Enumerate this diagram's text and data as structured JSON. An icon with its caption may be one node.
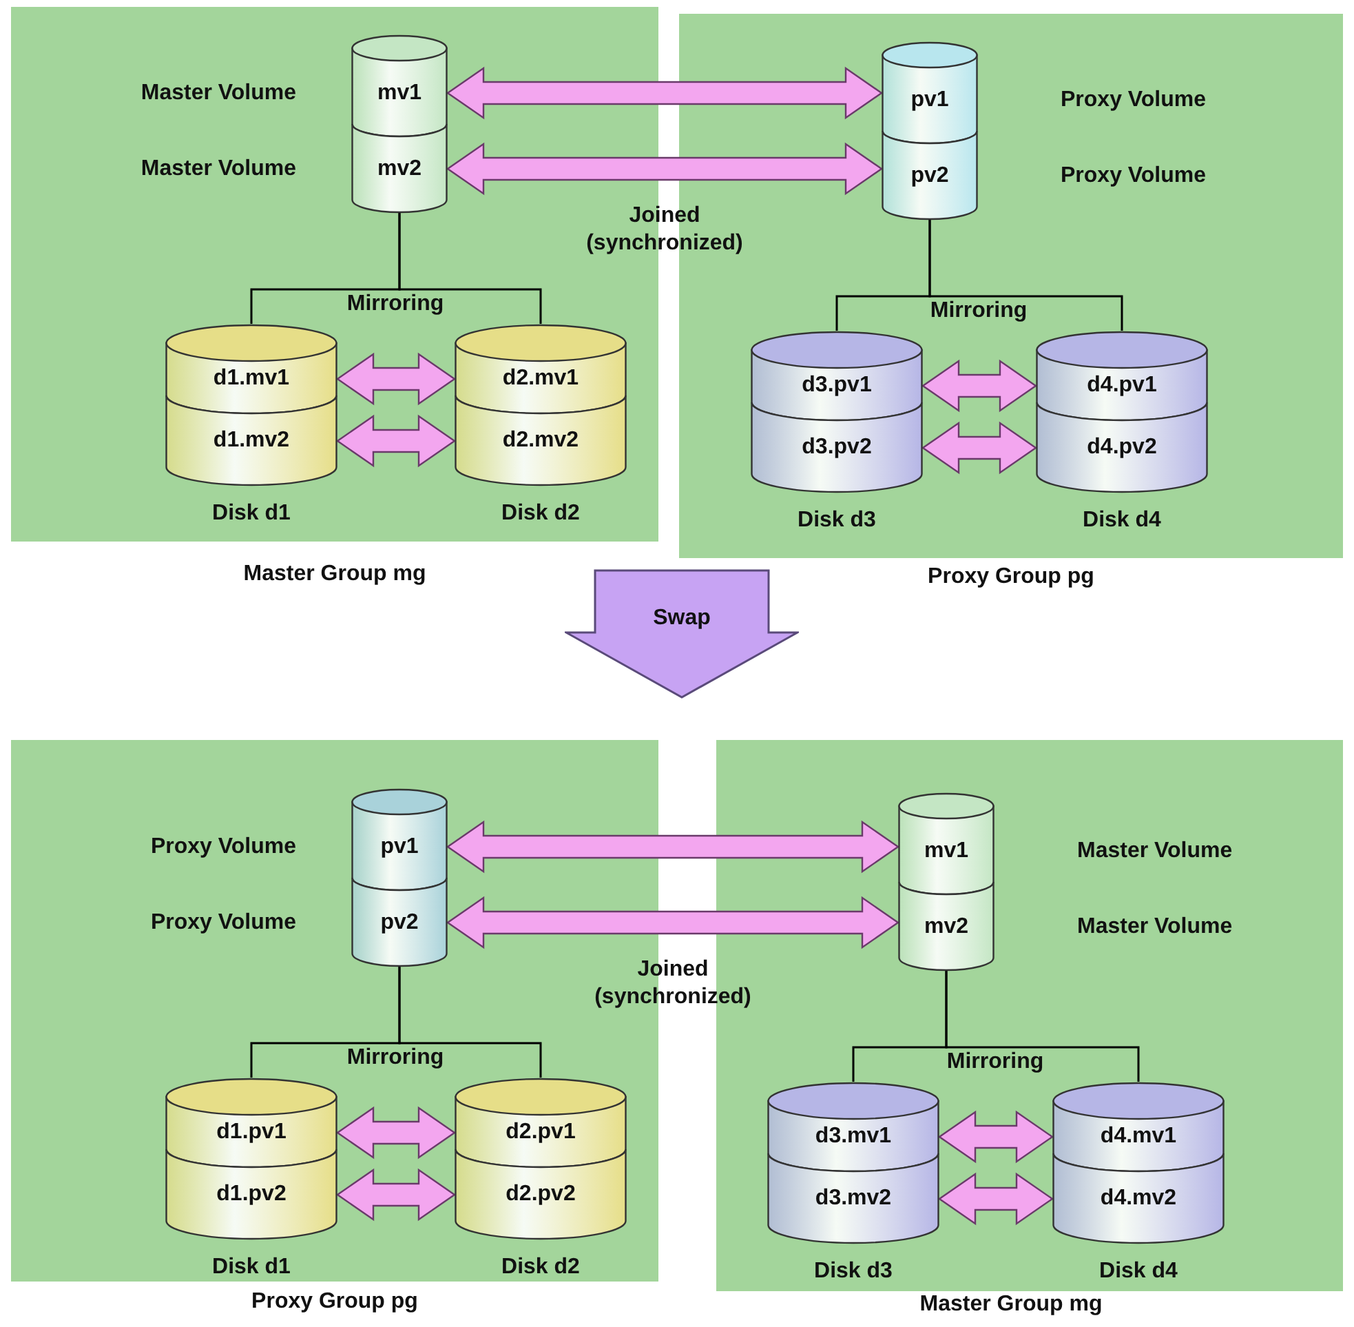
{
  "diagram": {
    "nodes": [
      {
        "text": [
          "Master Group mg"
        ]
      },
      {
        "text": [
          "mv1"
        ],
        "in": 0,
        "beside": [
          "Master Volume"
        ]
      },
      {
        "text": [
          "mv2"
        ],
        "in": 0,
        "beside": [
          "Master Volume"
        ]
      },
      {
        "text": [
          "Disk d1"
        ],
        "in": 0
      },
      {
        "text": [
          "d1.mv1"
        ],
        "in": 3
      },
      {
        "text": [
          "d1.mv2"
        ],
        "in": 3
      },
      {
        "text": [
          "Disk d2"
        ],
        "in": 0
      },
      {
        "text": [
          "d2.mv1"
        ],
        "in": 6
      },
      {
        "text": [
          "d2.mv2"
        ],
        "in": 6
      },
      {
        "text": [
          "Proxy Group pg"
        ]
      },
      {
        "text": [
          "pv1"
        ],
        "in": 9,
        "beside": [
          "Proxy Volume"
        ]
      },
      {
        "text": [
          "pv2"
        ],
        "in": 9,
        "beside": [
          "Proxy Volume"
        ]
      },
      {
        "text": [
          "Disk d3"
        ],
        "in": 9
      },
      {
        "text": [
          "d3.pv1"
        ],
        "in": 12
      },
      {
        "text": [
          "d3.pv2"
        ],
        "in": 12
      },
      {
        "text": [
          "Disk d4"
        ],
        "in": 9
      },
      {
        "text": [
          "d4.pv1"
        ],
        "in": 15
      },
      {
        "text": [
          "d4.pv2"
        ],
        "in": 15
      },
      {
        "text": [
          "Swap"
        ]
      },
      {
        "text": [
          "Proxy Group pg"
        ]
      },
      {
        "text": [
          "pv1"
        ],
        "in": 19,
        "beside": [
          "Proxy Volume"
        ]
      },
      {
        "text": [
          "pv2"
        ],
        "in": 19,
        "beside": [
          "Proxy Volume"
        ]
      },
      {
        "text": [
          "Disk d1"
        ],
        "in": 19
      },
      {
        "text": [
          "d1.pv1"
        ],
        "in": 22
      },
      {
        "text": [
          "d1.pv2"
        ],
        "in": 22
      },
      {
        "text": [
          "Disk d2"
        ],
        "in": 19
      },
      {
        "text": [
          "d2.pv1"
        ],
        "in": 25
      },
      {
        "text": [
          "d2.pv2"
        ],
        "in": 25
      },
      {
        "text": [
          "Master Group mg"
        ]
      },
      {
        "text": [
          "mv1"
        ],
        "in": 28,
        "beside": [
          "Master Volume"
        ]
      },
      {
        "text": [
          "mv2"
        ],
        "in": 28,
        "beside": [
          "Master Volume"
        ]
      },
      {
        "text": [
          "Disk d3"
        ],
        "in": 28
      },
      {
        "text": [
          "d3.mv1"
        ],
        "in": 31
      },
      {
        "text": [
          "d3.mv2"
        ],
        "in": 31
      },
      {
        "text": [
          "Disk d4"
        ],
        "in": 28
      },
      {
        "text": [
          "d4.mv1"
        ],
        "in": 34
      },
      {
        "text": [
          "d4.mv2"
        ],
        "in": 34
      }
    ],
    "edges": [
      {
        "from": 1,
        "to": 10,
        "arrow": "both",
        "style": "thick"
      },
      {
        "from": 2,
        "to": 11,
        "arrow": "both",
        "style": "thick",
        "label": "Joined (synchronized)"
      },
      {
        "from": 4,
        "to": 7,
        "arrow": "both",
        "style": "thick"
      },
      {
        "from": 5,
        "to": 8,
        "arrow": "both",
        "style": "thick"
      },
      {
        "from": 2,
        "to": 3,
        "arrow": "none",
        "color": "#000000"
      },
      {
        "from": 2,
        "to": 6,
        "arrow": "none",
        "color": "#000000"
      },
      {
        "from": 13,
        "to": 16,
        "arrow": "both",
        "style": "thick"
      },
      {
        "from": 14,
        "to": 17,
        "arrow": "both",
        "style": "thick"
      },
      {
        "from": 11,
        "to": 12,
        "arrow": "none",
        "color": "#000000"
      },
      {
        "from": 11,
        "to": 15,
        "arrow": "none",
        "color": "#000000"
      },
      {
        "from": 20,
        "to": 29,
        "arrow": "both",
        "style": "thick"
      },
      {
        "from": 21,
        "to": 30,
        "arrow": "both",
        "style": "thick",
        "label": "Joined (synchronized)"
      },
      {
        "from": 23,
        "to": 26,
        "arrow": "both",
        "style": "thick"
      },
      {
        "from": 24,
        "to": 27,
        "arrow": "both",
        "style": "thick"
      },
      {
        "from": 21,
        "to": 22,
        "arrow": "none",
        "color": "#000000"
      },
      {
        "from": 21,
        "to": 25,
        "arrow": "none",
        "color": "#000000"
      },
      {
        "from": 32,
        "to": 35,
        "arrow": "both",
        "style": "thick"
      },
      {
        "from": 33,
        "to": 36,
        "arrow": "both",
        "style": "thick"
      },
      {
        "from": 30,
        "to": 31,
        "arrow": "none",
        "color": "#000000"
      },
      {
        "from": 30,
        "to": 34,
        "arrow": "none",
        "color": "#000000"
      }
    ],
    "labels": [
      "Mirroring",
      "Mirroring",
      "Mirroring",
      "Mirroring"
    ]
  }
}
